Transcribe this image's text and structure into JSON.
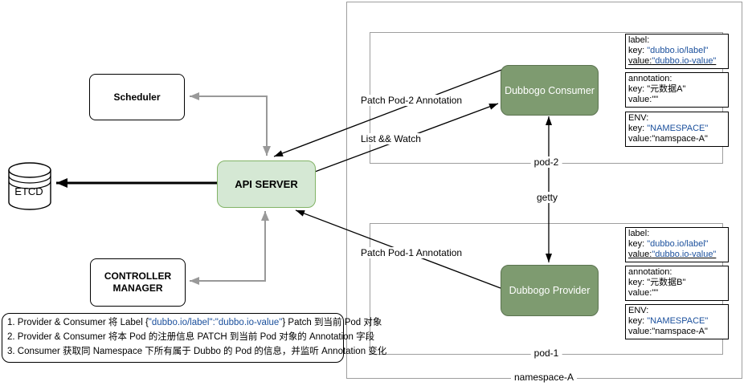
{
  "colors": {
    "api_fill": "#d5e8d4",
    "api_border": "#82b366",
    "dubbo_fill": "#7e9b70",
    "dubbo_border": "#5b7350",
    "blue_text": "#1a4f9c",
    "gray_connector": "#999999",
    "frame_border": "#9e9e9e"
  },
  "left": {
    "etcd_label": "ETCD",
    "scheduler_label": "Scheduler",
    "controller_manager_line1": "CONTROLLER",
    "controller_manager_line2": "MANAGER",
    "api_server_label": "API SERVER",
    "notes": {
      "line1_pre": "1. Provider & Consumer 将 Label {",
      "line1_blue": "\"dubbo.io/label\":\"dubbo.io-value\"",
      "line1_post": "} Patch 到当前 Pod 对象",
      "line2": "2. Provider & Consumer 将本 Pod 的注册信息 PATCH 到当前 Pod 对象的 Annotation 字段",
      "line3": "3. Consumer 获取同 Namespace 下所有属于 Dubbo 的 Pod 的信息，并监听 Annotation 变化"
    }
  },
  "edges": {
    "patch_pod2_label": "Patch Pod-2 Annotation",
    "list_watch_label": "List && Watch",
    "patch_pod1_label": "Patch Pod-1 Annotation",
    "getty_label": "getty"
  },
  "namespace": {
    "label": "namespace-A",
    "pod2": {
      "label": "pod-2",
      "app": "Dubbogo Consumer",
      "label_box": {
        "title": "label:",
        "key_prefix": "key: ",
        "key_value": "\"dubbo.io/label\"",
        "value_prefix": "value:",
        "value_value": "\"dubbo.io-value\""
      },
      "annotation_box": {
        "title": "annotation:",
        "key_prefix": "key: ",
        "key_value": "\"元数据A\"",
        "value_prefix": "value:",
        "value_value": "\"\""
      },
      "env_box": {
        "title": "ENV:",
        "key_prefix": "key: ",
        "key_value": "\"NAMESPACE\"",
        "value_prefix": "value:",
        "value_value": "\"namspace-A\""
      }
    },
    "pod1": {
      "label": "pod-1",
      "app": "Dubbogo Provider",
      "label_box": {
        "title": "label:",
        "key_prefix": "key: ",
        "key_value": "\"dubbo.io/label\"",
        "value_prefix": "value:",
        "value_value": "\"dubbo.io-value\""
      },
      "annotation_box": {
        "title": "annotation:",
        "key_prefix": "key: ",
        "key_value": "\"元数据B\"",
        "value_prefix": "value:",
        "value_value": "\"\""
      },
      "env_box": {
        "title": "ENV:",
        "key_prefix": "key: ",
        "key_value": "\"NAMESPACE\"",
        "value_prefix": "value:",
        "value_value": "\"namspace-A\""
      }
    }
  }
}
